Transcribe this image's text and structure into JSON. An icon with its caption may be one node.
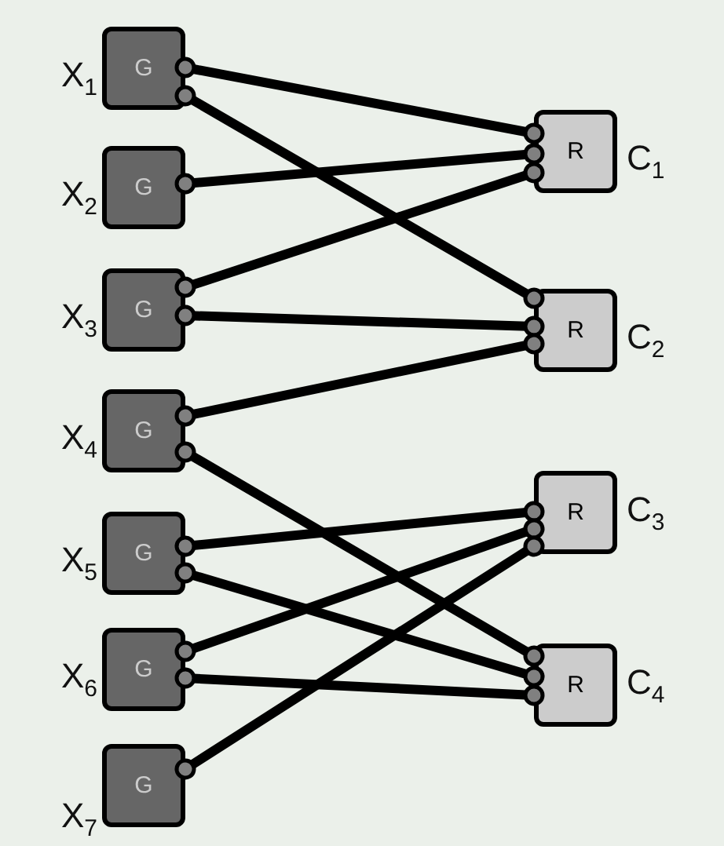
{
  "diagram": {
    "nodes": [
      {
        "text": [
          "G"
        ],
        "beside": [
          "X$_{1}$"
        ]
      },
      {
        "text": [
          "G"
        ],
        "beside": [
          "X$_{2}$"
        ]
      },
      {
        "text": [
          "G"
        ],
        "beside": [
          "X$_{3}$"
        ]
      },
      {
        "text": [
          "G"
        ],
        "beside": [
          "X$_{4}$"
        ]
      },
      {
        "text": [
          "G"
        ],
        "beside": [
          "X$_{5}$"
        ]
      },
      {
        "text": [
          "G"
        ],
        "beside": [
          "X$_{6}$"
        ]
      },
      {
        "text": [
          "G"
        ],
        "beside": [
          "X$_{7}$"
        ]
      },
      {
        "text": [
          "R"
        ],
        "beside": [
          "C$_{1}$"
        ]
      },
      {
        "text": [
          "R"
        ],
        "beside": [
          "C$_{2}$"
        ]
      },
      {
        "text": [
          "R"
        ],
        "beside": [
          "C$_{3}$"
        ]
      },
      {
        "text": [
          "R"
        ],
        "beside": [
          "C$_{4}$"
        ]
      }
    ],
    "edges": [
      {
        "from": 0,
        "to": 7,
        "arrow": "other"
      },
      {
        "from": 0,
        "to": 8,
        "arrow": "other"
      },
      {
        "from": 1,
        "to": 7,
        "arrow": "other"
      },
      {
        "from": 2,
        "to": 7,
        "arrow": "other"
      },
      {
        "from": 2,
        "to": 8,
        "arrow": "other"
      },
      {
        "from": 3,
        "to": 8,
        "arrow": "other"
      },
      {
        "from": 3,
        "to": 10,
        "arrow": "other"
      },
      {
        "from": 4,
        "to": 9,
        "arrow": "other"
      },
      {
        "from": 4,
        "to": 10,
        "arrow": "other"
      },
      {
        "from": 5,
        "to": 9,
        "arrow": "other"
      },
      {
        "from": 5,
        "to": 10,
        "arrow": "other"
      },
      {
        "from": 6,
        "to": 9,
        "arrow": "other"
      }
    ]
  }
}
